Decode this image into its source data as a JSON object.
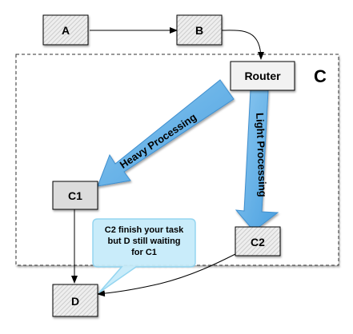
{
  "nodes": {
    "a": "A",
    "b": "B",
    "router": "Router",
    "c1": "C1",
    "c2": "C2",
    "d": "D"
  },
  "container": {
    "label": "C"
  },
  "flows": {
    "heavy": "Heavy Processing",
    "light": "Light Processing"
  },
  "note": {
    "lines": [
      "C2 finish your task",
      "but D still waiting",
      "for C1"
    ]
  },
  "colors": {
    "flow_arrow": "#6cb4e8",
    "note_fill": "#c7ecfa",
    "note_border": "#8fd3f0",
    "box_hatched": "#e6e6e6",
    "box_solid": "#dcdcdc",
    "router_fill": "#f2f2f2"
  }
}
